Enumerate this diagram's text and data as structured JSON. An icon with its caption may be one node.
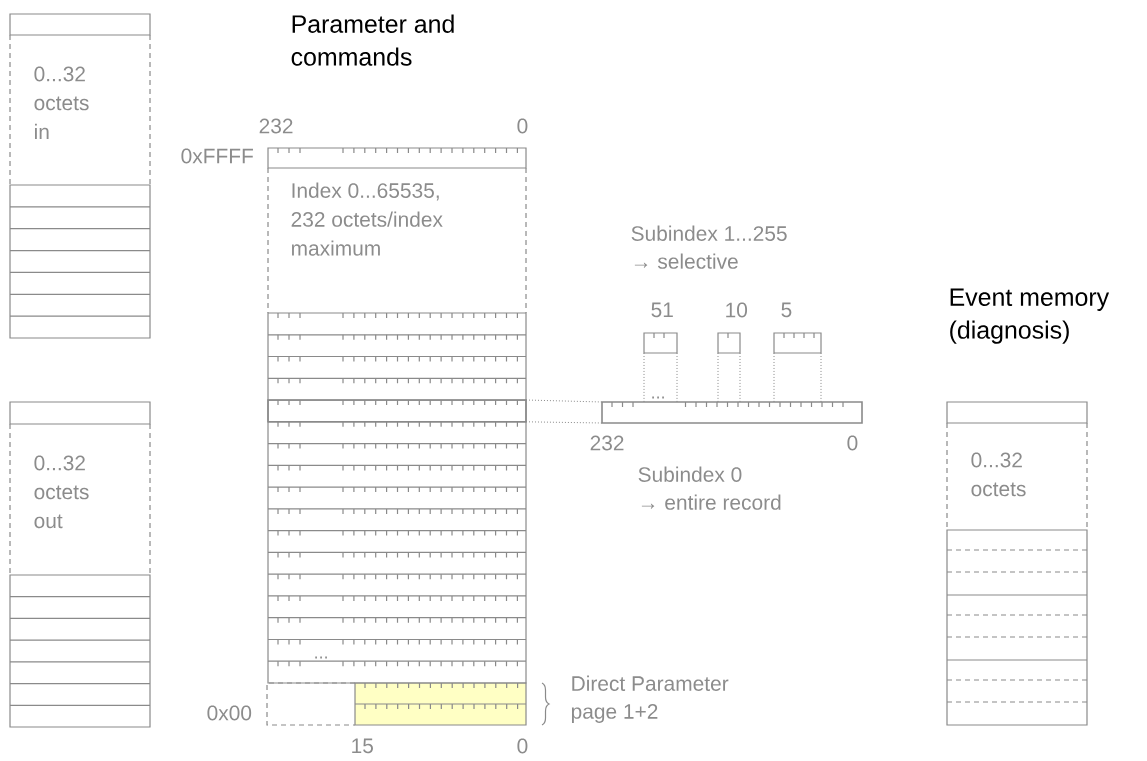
{
  "diagram": {
    "nodes": [
      {
        "text": [
          "0...32 octets in"
        ]
      },
      {
        "text": [
          "Parameter and commands",
          "Index 0...65535, 232 octets/index maximum"
        ]
      },
      {
        "text": [],
        "shape": "bar",
        "in": 1
      },
      {
        "text": [
          "51"
        ]
      },
      {
        "text": [
          "10"
        ]
      },
      {
        "text": [
          "5"
        ]
      },
      {
        "text": [
          "Event memory (diagnosis)",
          "0...32 octets"
        ]
      },
      {
        "text": [],
        "shape": "bar",
        "beside": [
          "232",
          "0"
        ]
      },
      {
        "text": [
          "0...32 octets out"
        ]
      }
    ],
    "edges": [
      {
        "from": 2,
        "to": 7,
        "arrow": "none",
        "style": "dashed"
      },
      {
        "from": 3,
        "to": 7,
        "arrow": "none",
        "style": "dashed"
      },
      {
        "from": 4,
        "to": 7,
        "arrow": "none",
        "style": "dashed"
      },
      {
        "from": 5,
        "to": 7,
        "arrow": "none",
        "style": "dashed"
      }
    ],
    "labels": [
      "232",
      "0",
      "0xFFFF",
      "Subindex 1...255 → selective",
      "...",
      "Subindex 0 → entire record",
      "...",
      "Direct Parameter page 1+2",
      "0x00",
      "15",
      "0"
    ]
  }
}
